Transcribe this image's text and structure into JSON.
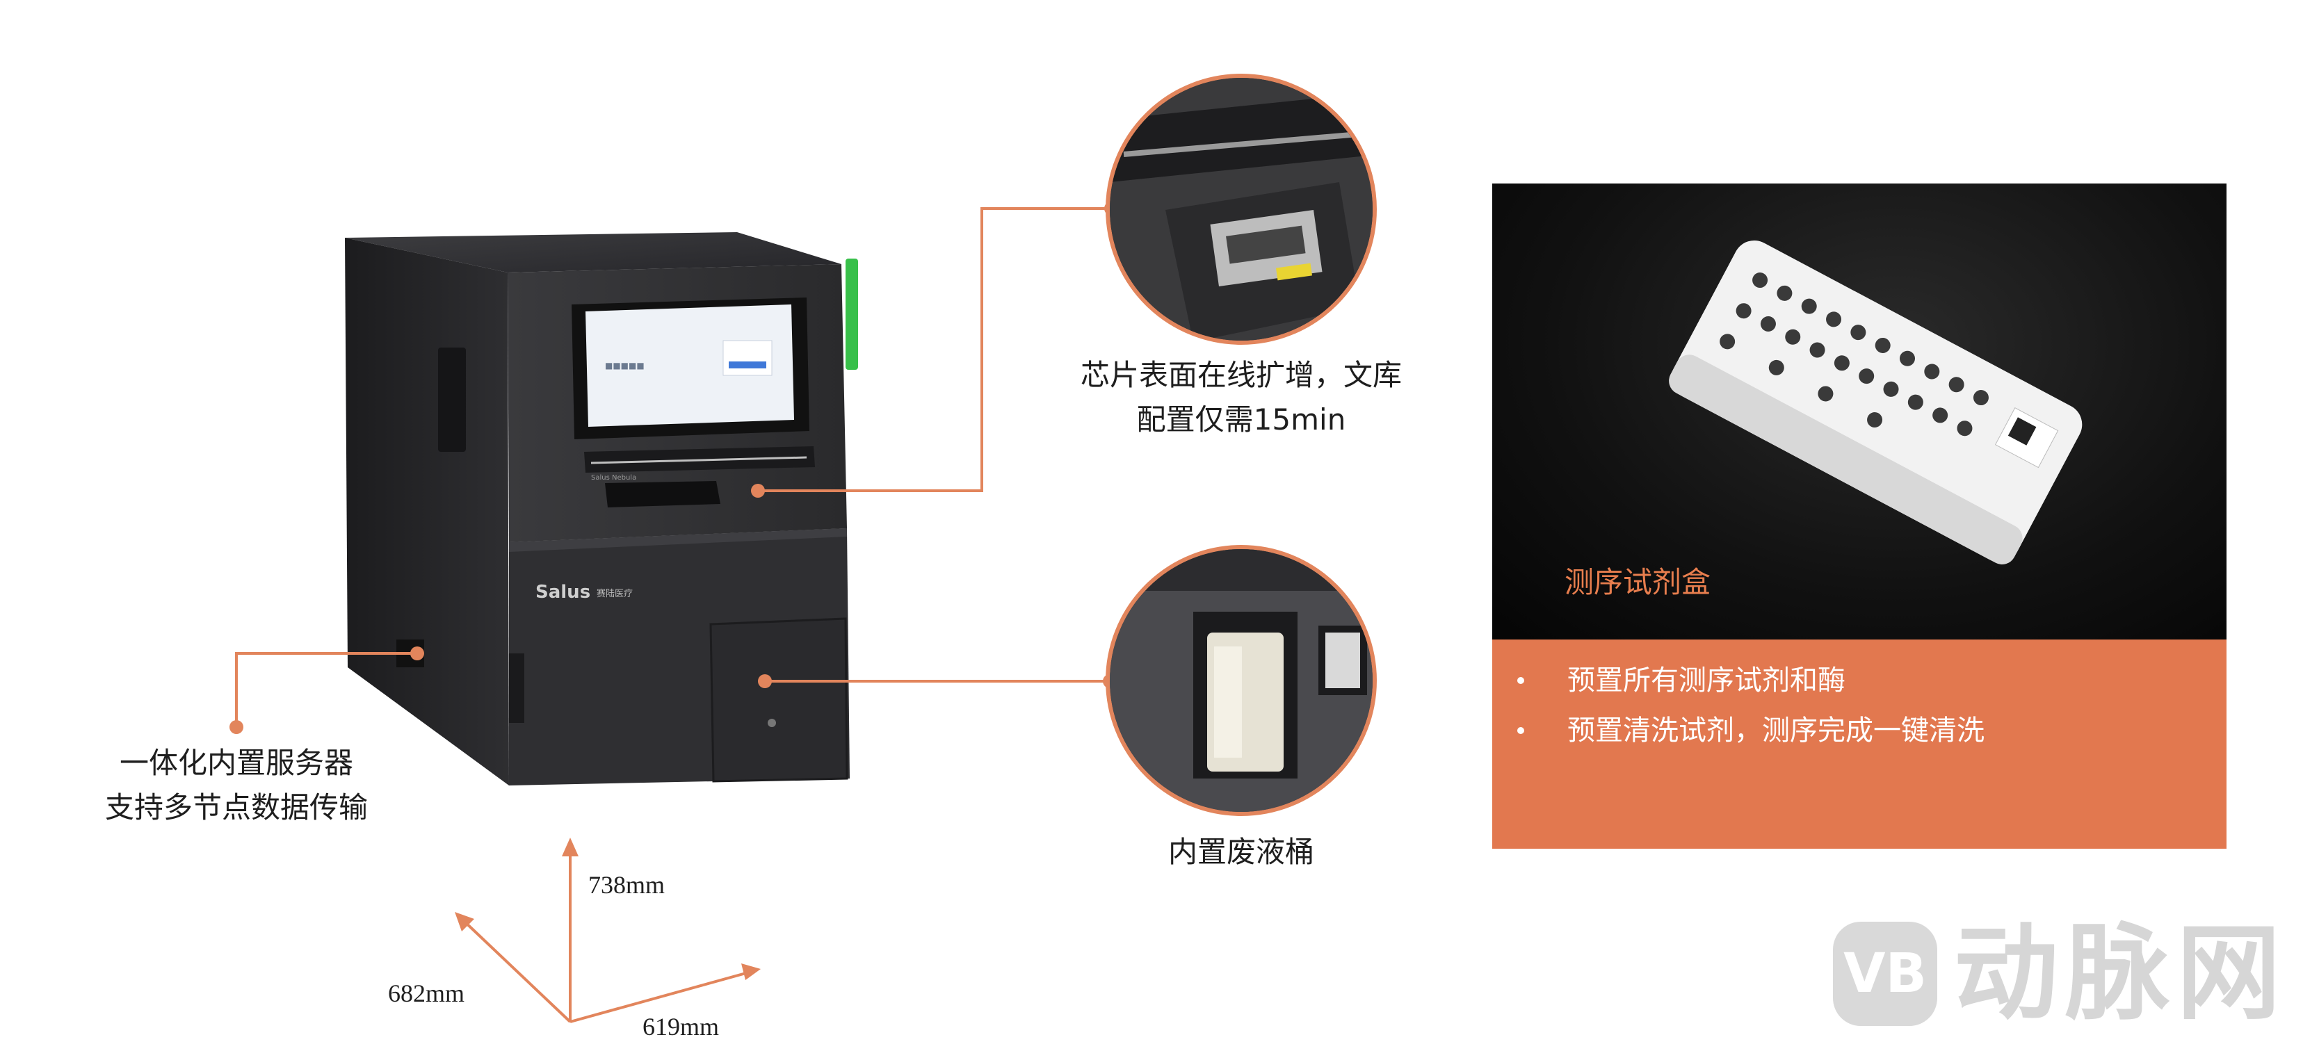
{
  "machine": {
    "brand": "Salus",
    "brand_cn": "赛陆医疗",
    "slot_label": "Salus  Nebula"
  },
  "callouts": {
    "chip": [
      "芯片表面在线扩增，文库",
      "配置仅需15min"
    ],
    "server": [
      "一体化内置服务器",
      "支持多节点数据传输"
    ],
    "waste": "内置废液桶"
  },
  "dimensions": {
    "height": "738mm",
    "depth": "682mm",
    "width": "619mm"
  },
  "reagent": {
    "caption": "测序试剂盒",
    "bullets": [
      "预置所有测序试剂和酶",
      "预置清洗试剂，测序完成一键清洗"
    ]
  },
  "watermark": {
    "logo_text": "VB",
    "text": "动脉网"
  },
  "colors": {
    "accent": "#e2784f",
    "line": "#e2855c",
    "machine_dark": "#2b2b2d",
    "caption": "#e87e4e"
  }
}
